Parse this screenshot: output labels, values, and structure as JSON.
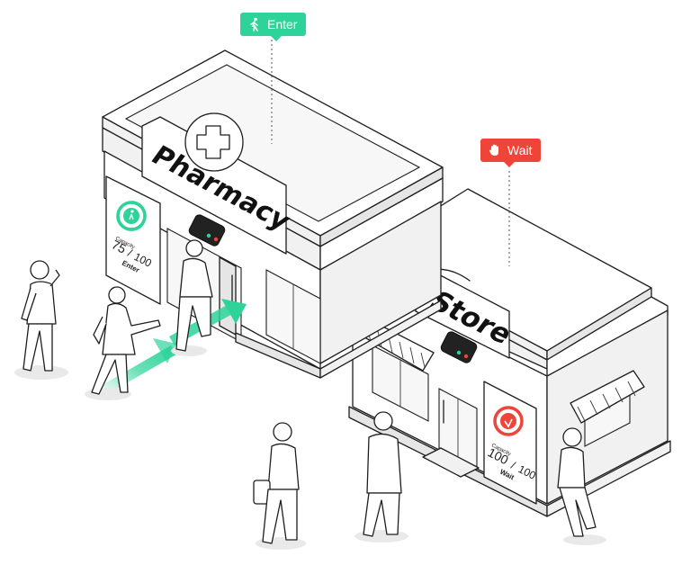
{
  "badges": {
    "enter": {
      "label": "Enter",
      "icon": "walking-person-icon",
      "color": "#2ed39a"
    },
    "wait": {
      "label": "Wait",
      "icon": "stop-hand-icon",
      "color": "#ef4438"
    }
  },
  "pharmacy": {
    "sign": "Pharmacy",
    "panel": {
      "caption": "Capacity",
      "count": "75",
      "separator": "/",
      "max": "100",
      "status": "Enter"
    },
    "accent": "#2ed39a"
  },
  "store": {
    "sign": "Store",
    "panel": {
      "caption": "Capacity",
      "count": "100",
      "separator": "/",
      "max": "100",
      "status": "Wait"
    },
    "accent": "#ef4438"
  }
}
